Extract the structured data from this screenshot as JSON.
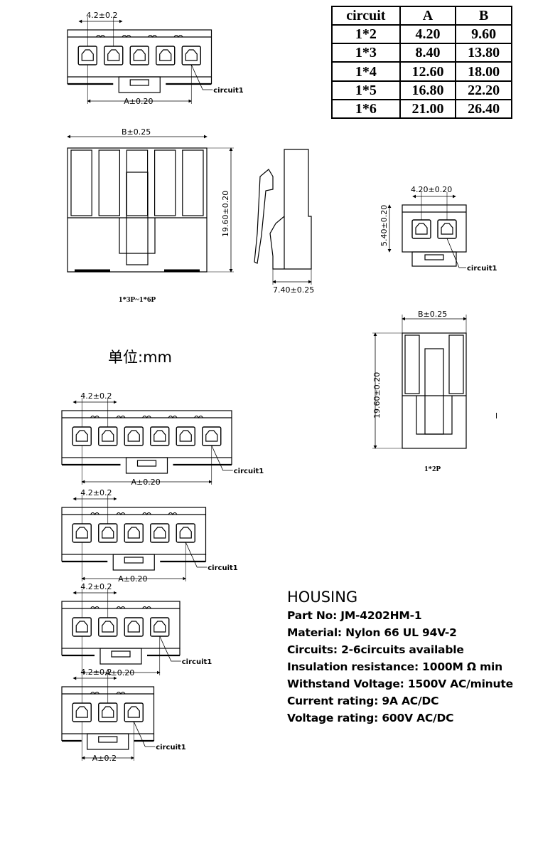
{
  "table": {
    "headers": [
      "circuit",
      "A",
      "B"
    ],
    "rows": [
      [
        "1*2",
        "4.20",
        "9.60"
      ],
      [
        "1*3",
        "8.40",
        "13.80"
      ],
      [
        "1*4",
        "12.60",
        "18.00"
      ],
      [
        "1*5",
        "16.80",
        "22.20"
      ],
      [
        "1*6",
        "21.00",
        "26.40"
      ]
    ]
  },
  "labels": {
    "pitch": "4.2±0.2",
    "pitch_precise": "4.20±0.20",
    "dim_a": "A±0.20",
    "dim_a_small": "A±0.2",
    "dim_b": "B±0.25",
    "height": "19.60±0.20",
    "depth": "7.40±0.25",
    "small_height": "5.40±0.20",
    "circuit1": "circuit1",
    "range_caption": "1*3P~1*6P",
    "two_pin_caption": "1*2P",
    "unit": "单位:mm",
    "stray_mark": "l"
  },
  "housing": {
    "title": "HOUSING",
    "lines": [
      "Part No: JM-4202HM-1",
      "Material: Nylon 66 UL 94V-2",
      "Circuits: 2-6circuits available",
      "Insulation resistance: 1000M Ω min",
      "Withstand Voltage: 1500V AC/minute",
      "Current rating: 9A AC/DC",
      "Voltage rating: 600V AC/DC"
    ]
  }
}
